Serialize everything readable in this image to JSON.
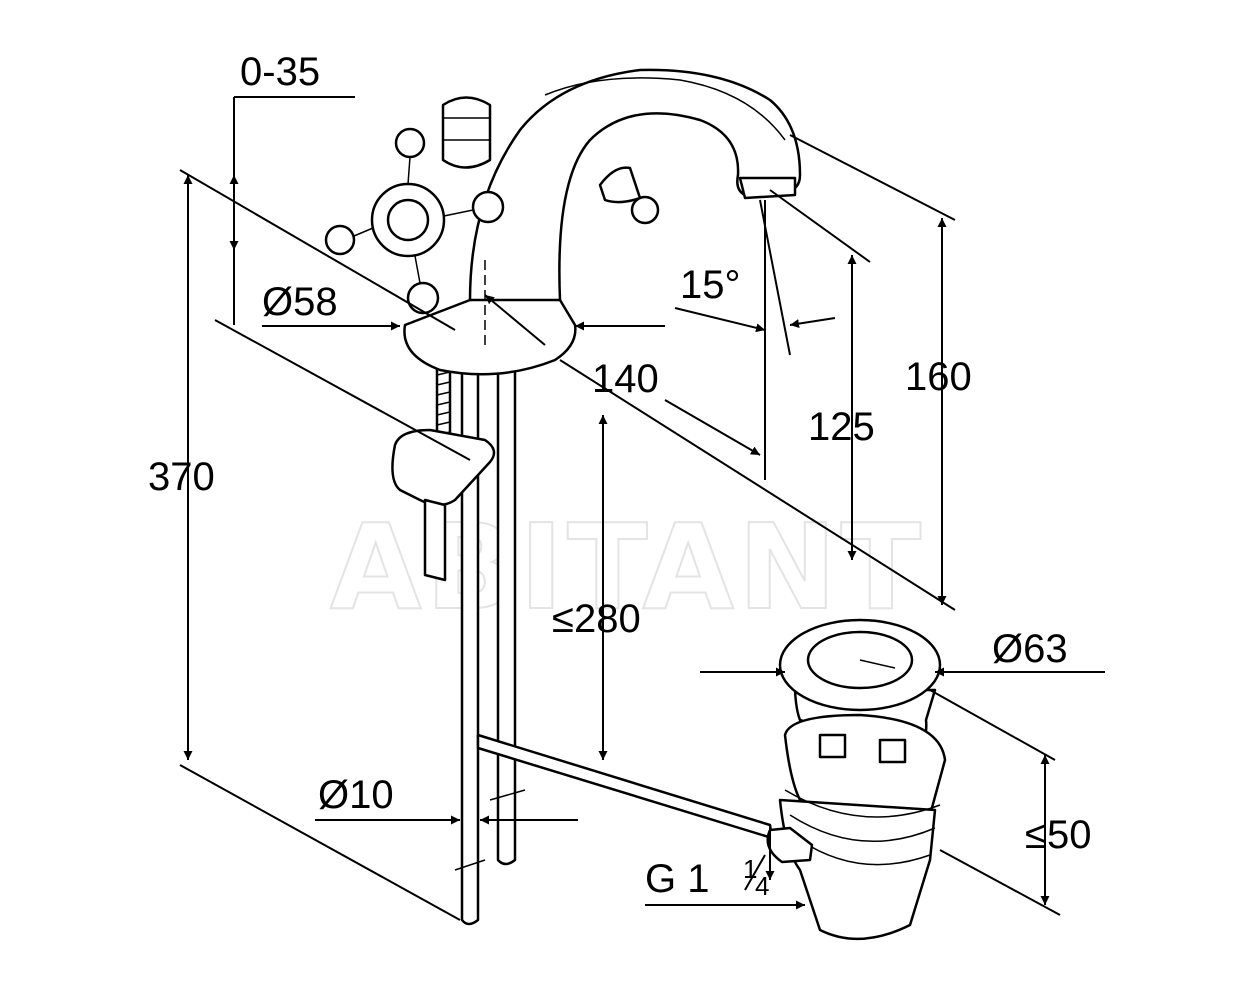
{
  "watermark": "ABITANT",
  "dimensions": {
    "adjust_range": "0-35",
    "base_diameter": "Ø58",
    "spout_reach": "140",
    "spout_angle": "15°",
    "spout_outlet_height": "125",
    "total_spout_height": "160",
    "overall_height": "370",
    "max_connection_length": "≤280",
    "pipe_diameter": "Ø10",
    "drain_diameter": "Ø63",
    "drain_depth": "≤50",
    "thread_size_prefix": "G 1",
    "thread_size_numerator": "1",
    "thread_size_denominator": "4"
  },
  "colors": {
    "line": "#000000",
    "background": "#ffffff",
    "watermark": "#e4e4e4"
  }
}
